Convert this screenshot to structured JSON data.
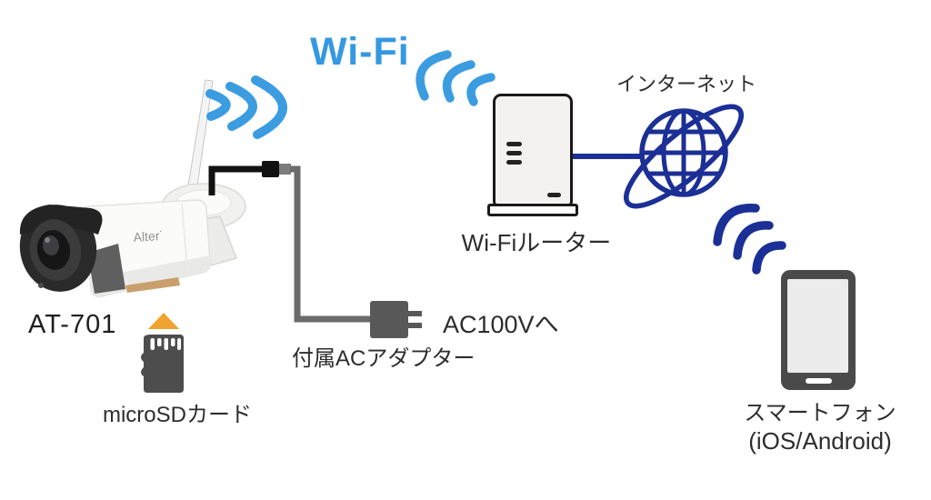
{
  "wifi": {
    "label": "Wi-Fi"
  },
  "camera": {
    "model_label": "AT-701",
    "brand_logo": "Alter˙"
  },
  "microsd": {
    "label": "microSDカード"
  },
  "power": {
    "outlet_label": "AC100Vへ",
    "adapter_label": "付属ACアダプター"
  },
  "router": {
    "label": "Wi-Fiルーター"
  },
  "internet": {
    "label": "インターネット"
  },
  "smartphone": {
    "label": "スマートフォン",
    "platforms_label": "(iOS/Android)"
  },
  "colors": {
    "wifi_blue": "#3b9ce0",
    "navy_blue": "#1b2f96",
    "label_dark": "#2d2d2d",
    "device_gray": "#4a4a4a",
    "cable_gray": "#6b6b6b",
    "sd_card_gray": "#4d4d4d",
    "sd_arrow_orange": "#f0a32e"
  }
}
